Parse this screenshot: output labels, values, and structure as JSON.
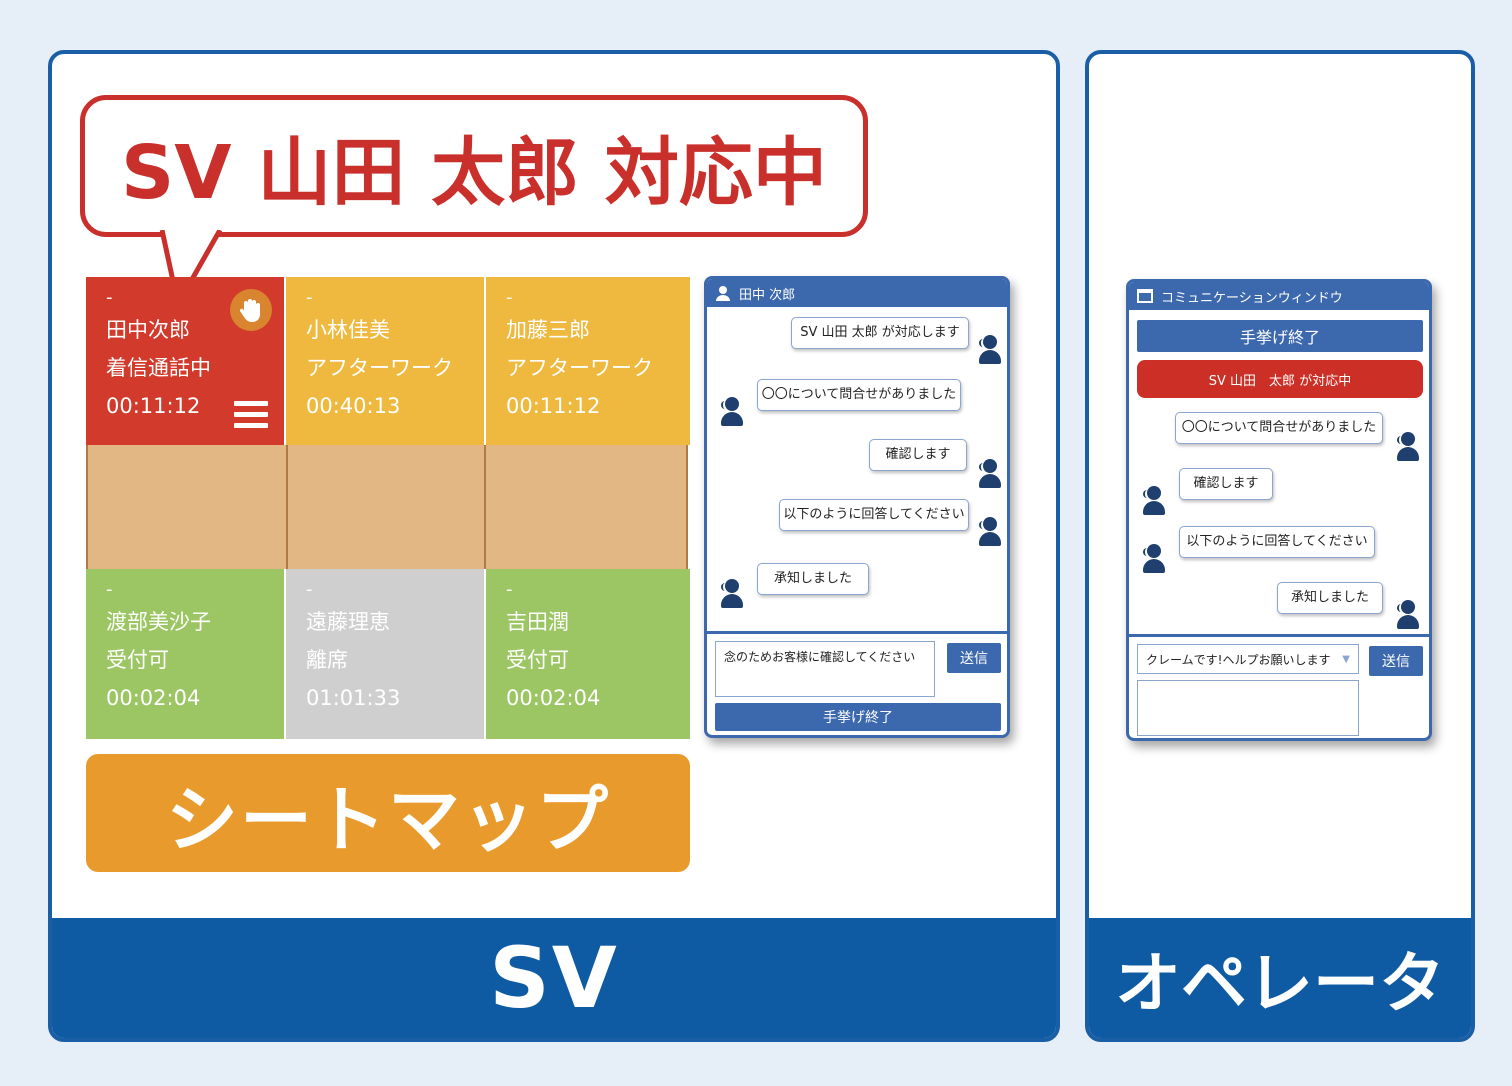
{
  "callout": {
    "text": "SV 山田 太郎 対応中"
  },
  "seatmap": {
    "label": "シートマップ",
    "seats": [
      {
        "dash": "-",
        "name": "田中次郎",
        "status": "着信通話中",
        "time": "00:11:12",
        "color": "#d23a2c"
      },
      {
        "dash": "-",
        "name": "小林佳美",
        "status": "アフターワーク",
        "time": "00:40:13",
        "color": "#efb93f"
      },
      {
        "dash": "-",
        "name": "加藤三郎",
        "status": "アフターワーク",
        "time": "00:11:12",
        "color": "#efb93f"
      },
      {
        "dash": "-",
        "name": "渡部美沙子",
        "status": "受付可",
        "time": "00:02:04",
        "color": "#9cc663"
      },
      {
        "dash": "-",
        "name": "遠藤理恵",
        "status": "離席",
        "time": "01:01:33",
        "color": "#cfcfcf"
      },
      {
        "dash": "-",
        "name": "吉田潤",
        "status": "受付可",
        "time": "00:02:04",
        "color": "#9cc663"
      }
    ]
  },
  "sv_window": {
    "title": "田中 次郎",
    "messages": [
      {
        "text": "SV 山田 太郎 が対応します",
        "side": "right"
      },
      {
        "text": "〇〇について問合せがありました",
        "side": "left"
      },
      {
        "text": "確認します",
        "side": "right"
      },
      {
        "text": "以下のように回答してください",
        "side": "right"
      },
      {
        "text": "承知しました",
        "side": "left"
      }
    ],
    "input_value": "念のためお客様に確認してください",
    "send_label": "送信",
    "raise_end_label": "手挙げ終了"
  },
  "op_window": {
    "title": "コミュニケーションウィンドウ",
    "raise_end_label": "手挙げ終了",
    "status_label": "SV 山田　太郎 が対応中",
    "messages": [
      {
        "text": "〇〇について問合せがありました",
        "side": "right"
      },
      {
        "text": "確認します",
        "side": "left"
      },
      {
        "text": "以下のように回答してください",
        "side": "left"
      },
      {
        "text": "承知しました",
        "side": "right"
      }
    ],
    "select_value": "クレームです!ヘルプお願いします",
    "send_label": "送信",
    "input_value": ""
  },
  "footers": {
    "sv": "SV",
    "operator": "オペレータ"
  },
  "colors": {
    "brand_blue": "#0f5ba3",
    "alert_red": "#c9302c",
    "accent_orange": "#e89b2c"
  }
}
